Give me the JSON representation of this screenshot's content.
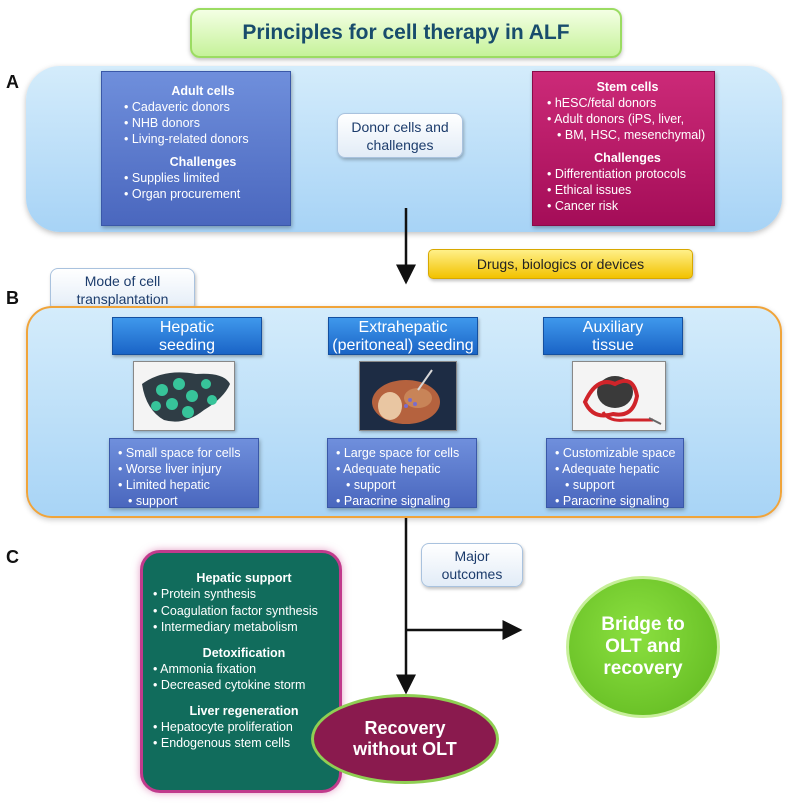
{
  "title": "Principles for cell therapy in ALF",
  "sections": {
    "a": "A",
    "b": "B",
    "c": "C"
  },
  "adult_cells": {
    "heading": "Adult cells",
    "items": [
      "Cadaveric donors",
      "NHB donors",
      "Living-related donors"
    ],
    "challenges_heading": "Challenges",
    "challenges": [
      "Supplies limited",
      "Organ procurement"
    ]
  },
  "donor_callout": {
    "line1": "Donor cells and",
    "line2": "challenges"
  },
  "stem_cells": {
    "heading": "Stem cells",
    "items": [
      "hESC/fetal donors",
      "Adult donors (iPS, liver,",
      "BM, HSC, mesenchymal)"
    ],
    "challenges_heading": "Challenges",
    "challenges": [
      "Differentiation protocols",
      "Ethical issues",
      "Cancer risk"
    ]
  },
  "drugs": "Drugs, biologics or devices",
  "mode_callout": {
    "line1": "Mode of cell",
    "line2": "transplantation"
  },
  "routes": [
    {
      "line1": "Hepatic",
      "line2": "seeding",
      "items": [
        "Small space for cells",
        "Worse liver injury",
        "Limited hepatic",
        "support"
      ]
    },
    {
      "line1": "Extrahepatic",
      "line2": "(peritoneal) seeding",
      "items": [
        "Large space for cells",
        "Adequate hepatic",
        "support",
        "Paracrine signaling"
      ]
    },
    {
      "line1": "Auxiliary",
      "line2": "tissue",
      "items": [
        "Customizable space",
        "Adequate hepatic",
        "support",
        "Paracrine signaling"
      ]
    }
  ],
  "outcomes_callout": {
    "line1": "Major",
    "line2": "outcomes"
  },
  "outcomes_box": {
    "hepatic_heading": "Hepatic support",
    "hepatic_items": [
      "Protein synthesis",
      "Coagulation factor synthesis",
      "Intermediary metabolism"
    ],
    "detox_heading": "Detoxification",
    "detox_items": [
      "Ammonia fixation",
      "Decreased cytokine storm"
    ],
    "regen_heading": "Liver regeneration",
    "regen_items": [
      "Hepatocyte proliferation",
      "Endogenous stem cells"
    ]
  },
  "bridge": {
    "line1": "Bridge to",
    "line2": "OLT and",
    "line3": "recovery"
  },
  "recovery": {
    "line1": "Recovery",
    "line2": "without OLT"
  },
  "colors": {
    "adult_block": "#4a67be",
    "stem_block": "#a40d58",
    "route_header": "#1a64c6",
    "outcome_box": "#116c5c",
    "bridge": "#6cc12c",
    "recovery": "#8a1a4e",
    "drugs": "#f4c400"
  }
}
